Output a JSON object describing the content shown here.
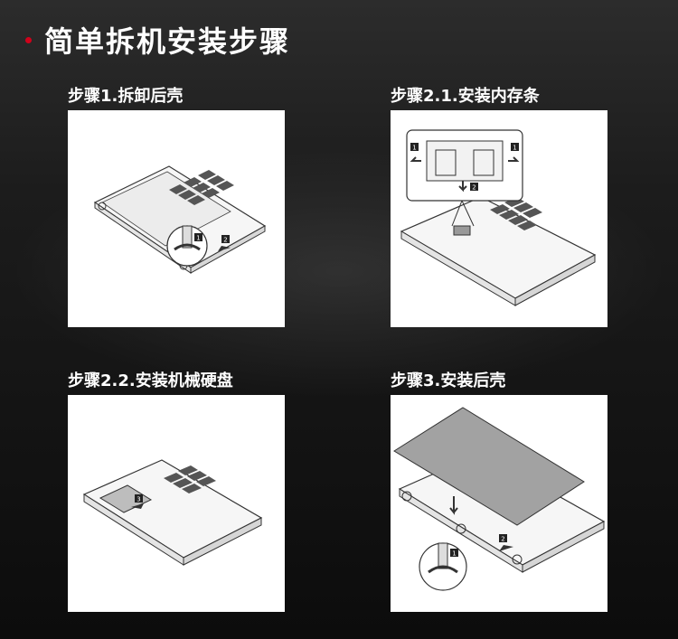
{
  "header": {
    "title": "简单拆机安装步骤"
  },
  "steps": [
    {
      "label": "步骤1.拆卸后壳",
      "illustration": "remove-back-cover"
    },
    {
      "label": "步骤2.1.安装内存条",
      "illustration": "install-memory-module"
    },
    {
      "label": "步骤2.2.安装机械硬盘",
      "illustration": "install-hard-drive"
    },
    {
      "label": "步骤3.安装后壳",
      "illustration": "install-back-cover"
    }
  ],
  "callouts": {
    "one": "1",
    "two": "2",
    "three": "3"
  },
  "colors": {
    "accent": "#d0021b",
    "panel": "#ffffff",
    "line": "#333333",
    "shade": "#8a8a8a"
  }
}
